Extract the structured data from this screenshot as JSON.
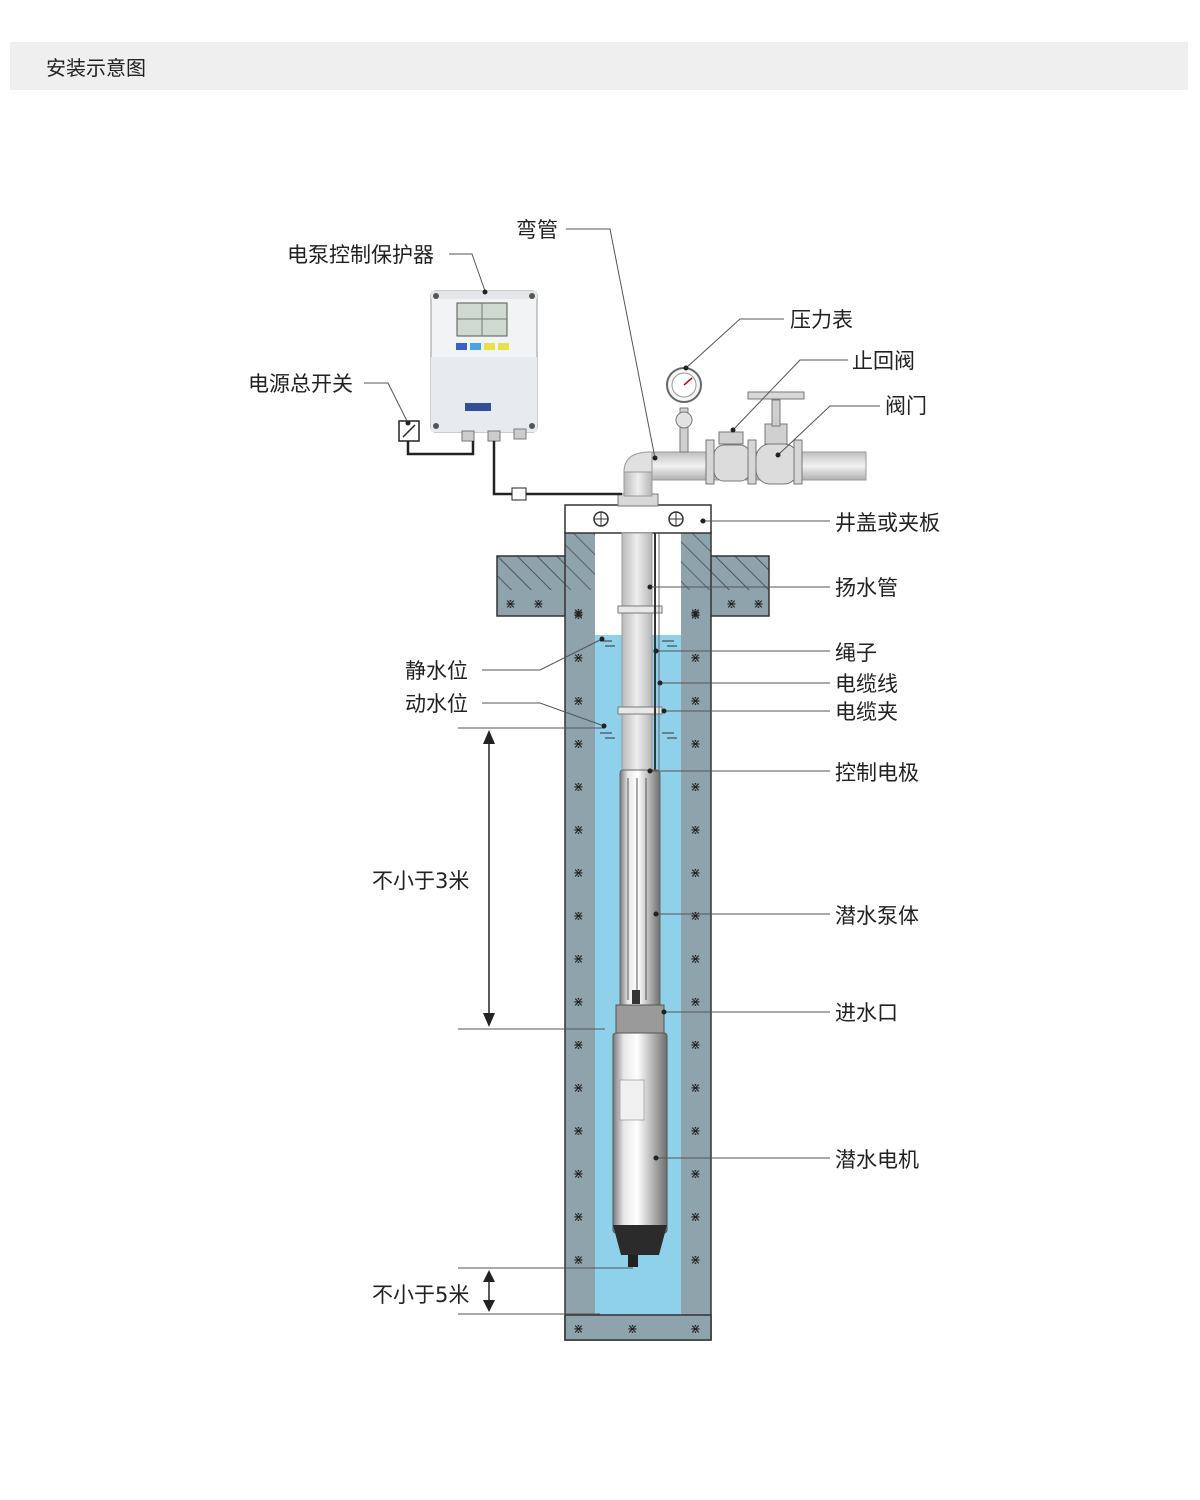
{
  "header": {
    "title": "安装示意图"
  },
  "labels": {
    "elbow": "弯管",
    "controller": "电泵控制保护器",
    "gauge": "压力表",
    "check_valve": "止回阀",
    "power_switch": "电源总开关",
    "gate_valve": "阀门",
    "well_cover": "井盖或夹板",
    "riser_pipe": "扬水管",
    "rope": "绳子",
    "static_level": "静水位",
    "cable": "电缆线",
    "dynamic_level": "动水位",
    "cable_clamp": "电缆夹",
    "control_electrode": "控制电极",
    "min_depth_3m": "不小于3米",
    "pump_body": "潜水泵体",
    "water_inlet": "进水口",
    "motor": "潜水电机",
    "min_depth_5m": "不小于5米"
  },
  "colors": {
    "concrete": "#8fa3ad",
    "water": "#8fd0ea",
    "pipe": "#dcdcdc",
    "steel": "#c8c8c8"
  }
}
